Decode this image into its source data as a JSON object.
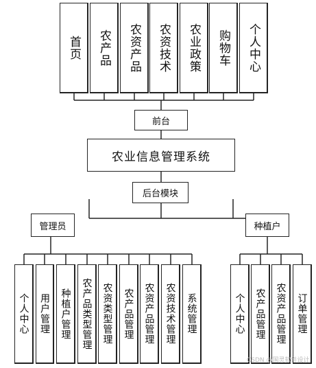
{
  "system": {
    "title": "农业信息管理系统"
  },
  "frontend": {
    "label": "前台",
    "modules": [
      "首页",
      "农产品",
      "农资产品",
      "农资技术",
      "农业政策",
      "购物车",
      "个人中心"
    ]
  },
  "backend": {
    "label": "后台模块"
  },
  "admin": {
    "label": "管理员",
    "modules": [
      "个人中心",
      "用户管理",
      "种植户管理",
      "农产品类型管理",
      "农资类型管理",
      "农产品管理",
      "农资产品管理",
      "农资技术管理",
      "系统管理"
    ]
  },
  "grower": {
    "label": "种植户",
    "modules": [
      "个人中心",
      "农产品管理",
      "农资产品管理",
      "订单管理"
    ]
  },
  "watermark": "CSDN @国灵软件设计"
}
